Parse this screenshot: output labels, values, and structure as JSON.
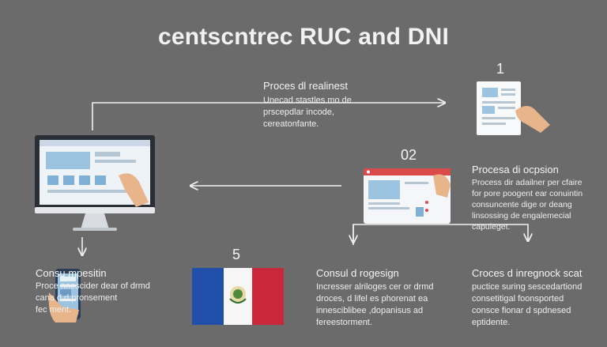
{
  "title": "centscntrec RUC and DNI",
  "steps": {
    "top_center": {
      "heading": "Proces dl realinest",
      "body": "Unecad stastles mo de\nprscepdlar incode,\ncereatonfante."
    },
    "top_right": {
      "number": "1"
    },
    "middle_right": {
      "number": "02",
      "heading": "Procesa di ocpsion",
      "body": "Process dir adailner per cfaire\nfor pore poogent ear conuintin\nconsuncente dige or deang\nlinsossing de engalemecial\ncapuleget."
    },
    "bottom_left": {
      "heading": "Consu   mpesitin",
      "body": "Proce    nnescider dear of drmd\ncana    d d pronsement\nfec    ment."
    },
    "bottom_flag": {
      "number": "5"
    },
    "bottom_center": {
      "heading": "Consul d rogesign",
      "body": "Incresser alriloges cer or drmd\ndroces, d lifel es phorenat ea\ninnesciblibee ,dopanisus ad\nfereestorment."
    },
    "bottom_right": {
      "heading": "Croces d inregnock scat",
      "body": "puctice suring sescedartiond\nconsetitigal foonsported\nconsce fionar d spdnesed\neptidente."
    }
  },
  "colors": {
    "background": "#6b6b6b",
    "arrow": "#f0f0f0",
    "flag_blue": "#1f4fa8",
    "flag_red": "#c8283a",
    "hand": "#e8b48a"
  },
  "icons": [
    "document-hand-icon",
    "monitor-icon",
    "browser-window-icon",
    "smartphone-icon",
    "flag-icon"
  ]
}
